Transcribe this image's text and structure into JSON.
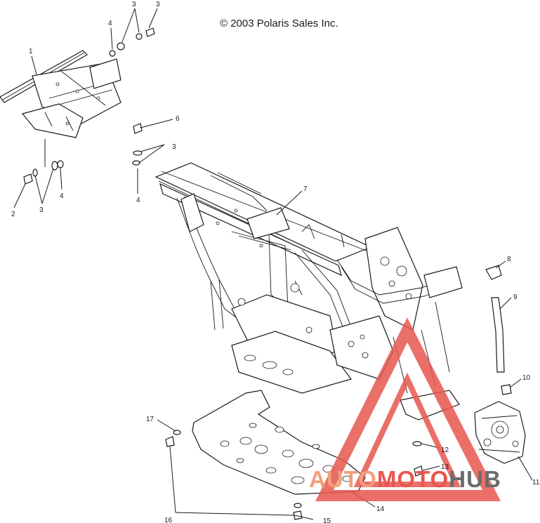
{
  "copyright": "© 2003 Polaris Sales Inc.",
  "callouts": [
    {
      "id": "c1",
      "text": "1"
    },
    {
      "id": "c2",
      "text": "2"
    },
    {
      "id": "c3a",
      "text": "3"
    },
    {
      "id": "c3b",
      "text": "3"
    },
    {
      "id": "c3c",
      "text": "3"
    },
    {
      "id": "c3d",
      "text": "3"
    },
    {
      "id": "c4a",
      "text": "4"
    },
    {
      "id": "c4b",
      "text": "4"
    },
    {
      "id": "c4c",
      "text": "4"
    },
    {
      "id": "c6",
      "text": "6"
    },
    {
      "id": "c7",
      "text": "7"
    },
    {
      "id": "c8",
      "text": "8"
    },
    {
      "id": "c9",
      "text": "9"
    },
    {
      "id": "c10",
      "text": "10"
    },
    {
      "id": "c11",
      "text": "11"
    },
    {
      "id": "c12",
      "text": "12"
    },
    {
      "id": "c13",
      "text": "13"
    },
    {
      "id": "c14",
      "text": "14"
    },
    {
      "id": "c15",
      "text": "15"
    },
    {
      "id": "c16",
      "text": "16"
    },
    {
      "id": "c17",
      "text": "17"
    }
  ],
  "watermark": {
    "part1": "AUTO",
    "part2": "MOTO",
    "part3": "HUB",
    "color_accent": "#e8574f",
    "color_accent_light": "#f2a07a",
    "color_dark": "#6b6b6b"
  }
}
